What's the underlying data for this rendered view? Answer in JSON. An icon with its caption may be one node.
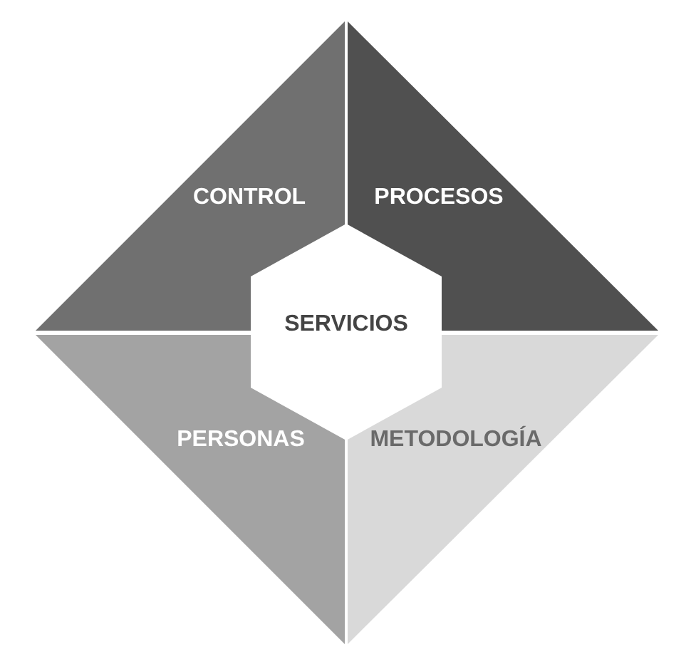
{
  "diagram": {
    "nodes": [
      {
        "text": [
          "CONTROL"
        ]
      },
      {
        "text": [
          "PROCESOS"
        ]
      },
      {
        "text": [
          "SERVICIOS"
        ]
      },
      {
        "text": [
          "PERSONAS"
        ]
      },
      {
        "text": [
          "METODOLOGÍA"
        ]
      }
    ]
  }
}
